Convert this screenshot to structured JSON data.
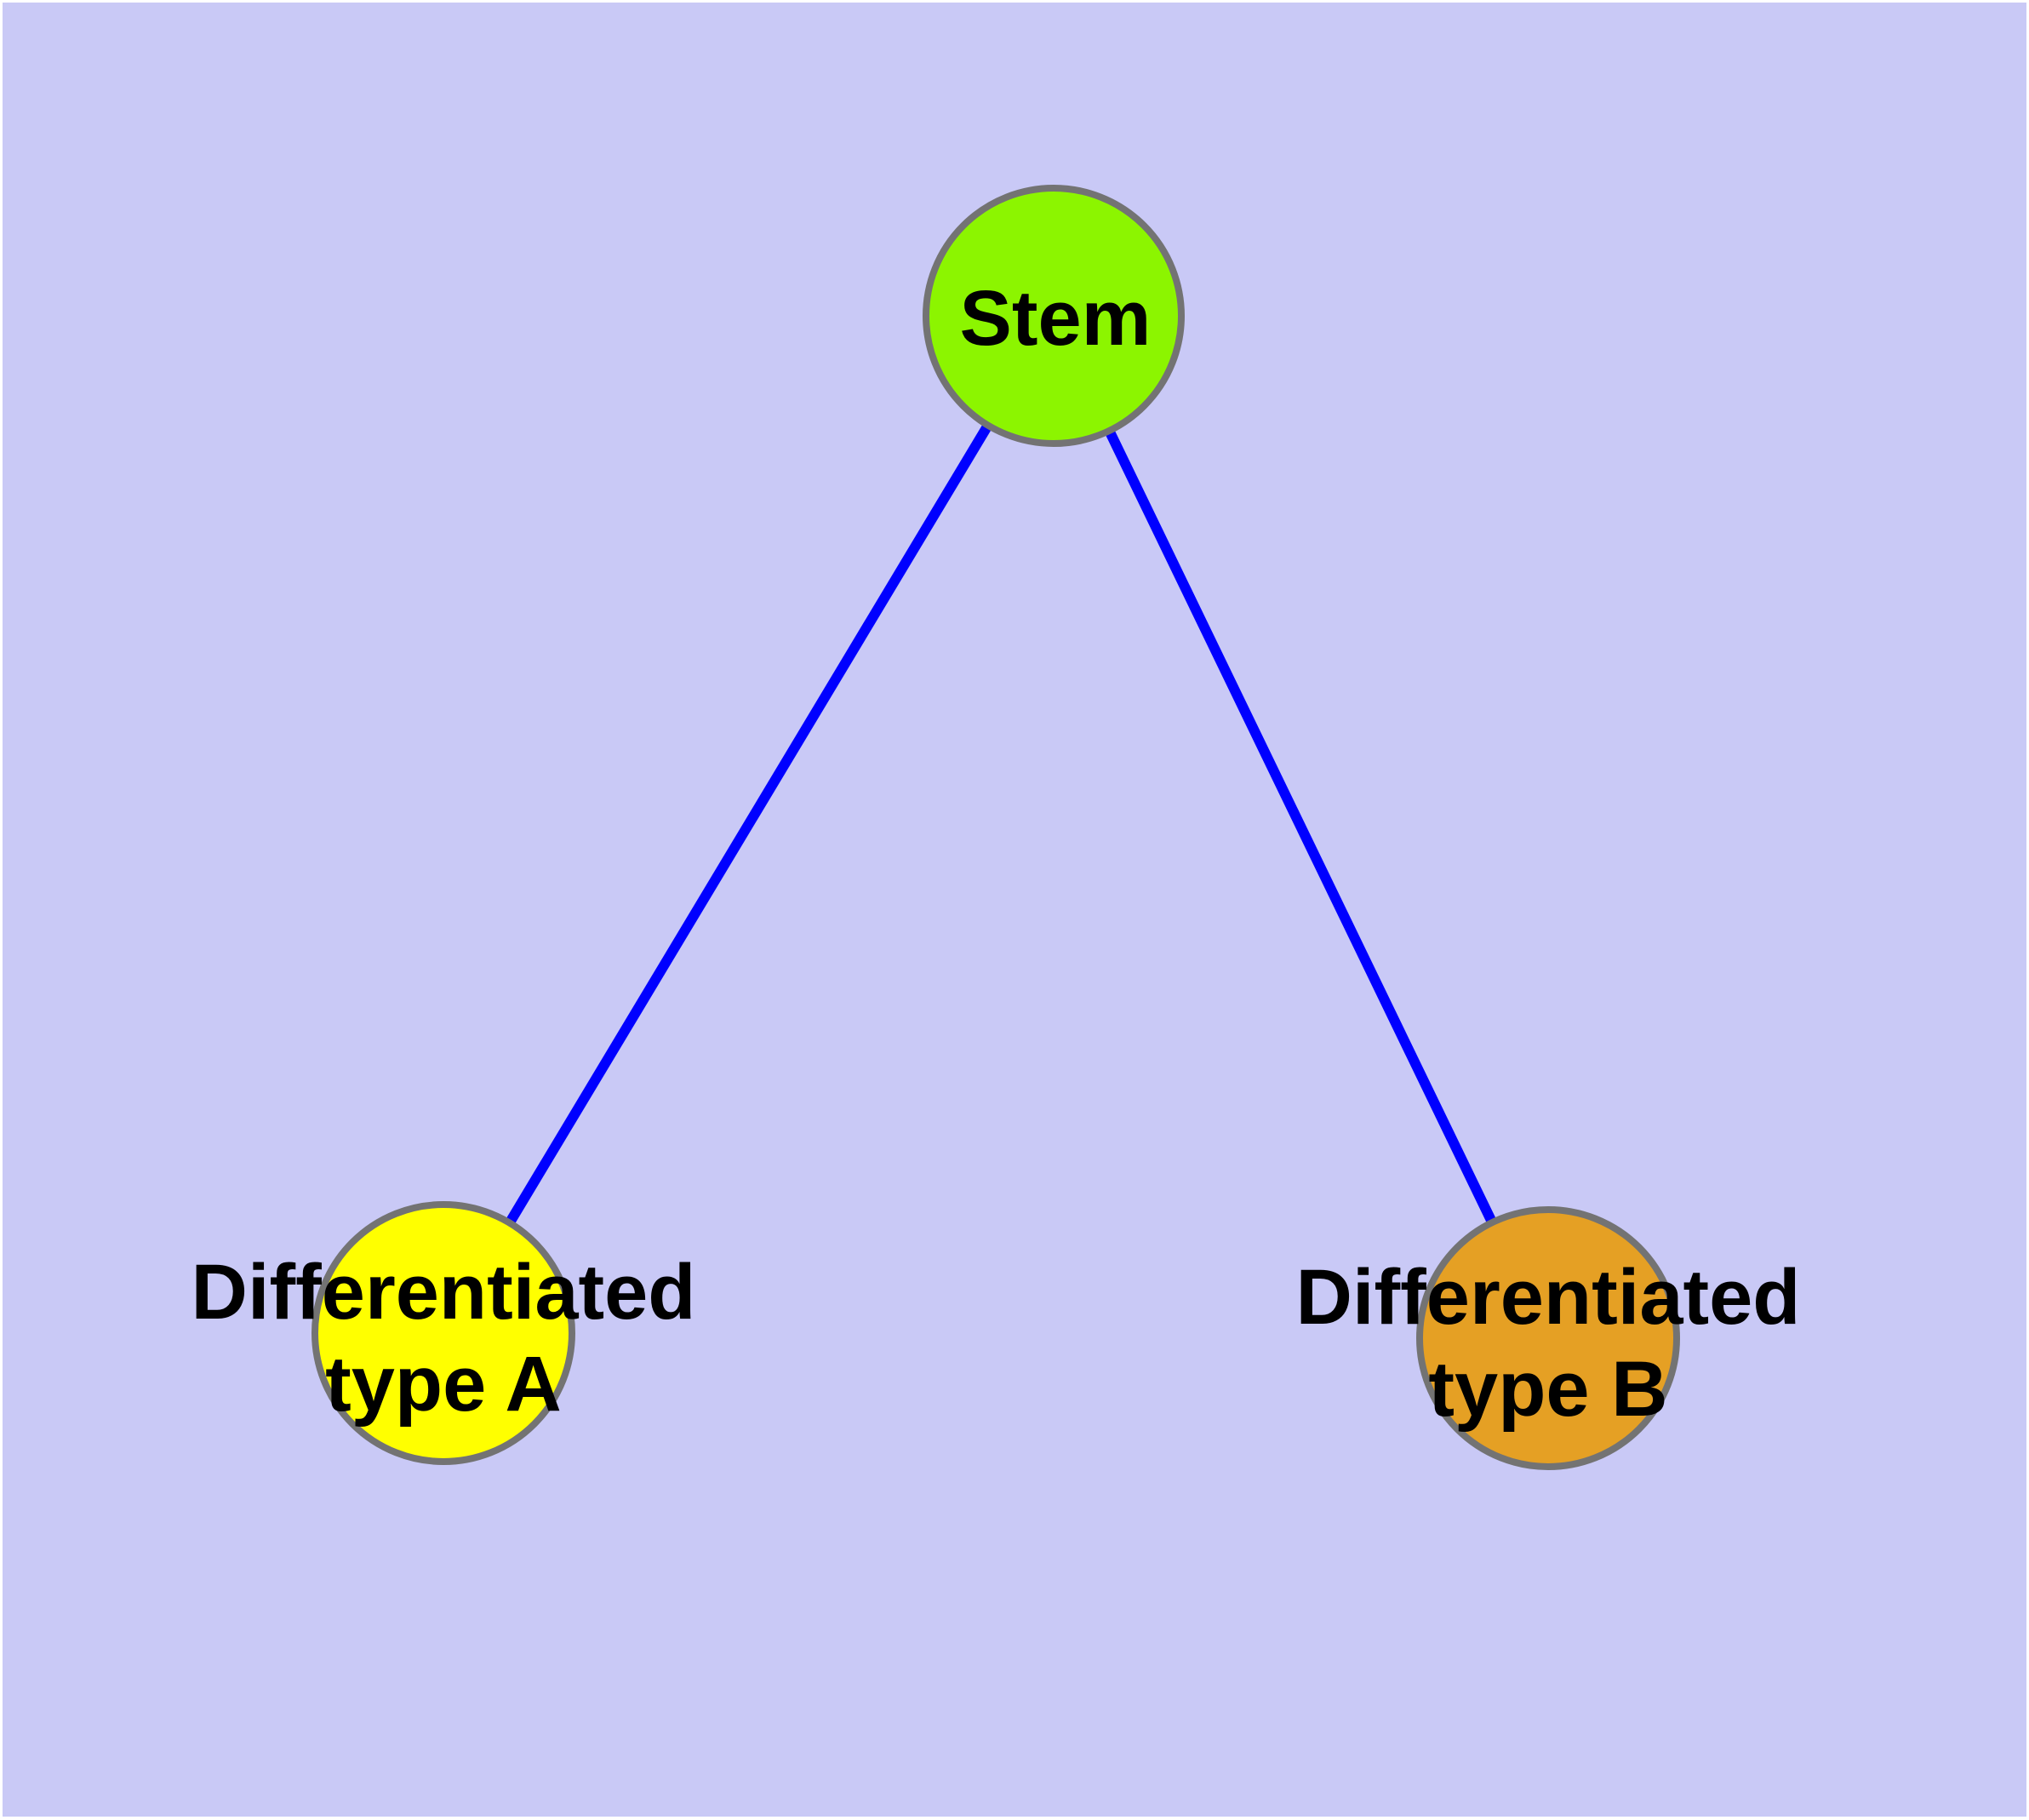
{
  "diagram": {
    "background_color": "#C9C9F6",
    "page_margin_color": "#FFFFFF",
    "edge_color": "#0000FF",
    "node_border_color": "#737373",
    "text_color": "#000000",
    "nodes": {
      "stem": {
        "label": "Stem",
        "fill": "#8CF500"
      },
      "type_a": {
        "label_line1": "Differentiated",
        "label_line2": "type A",
        "fill": "#FFFF00"
      },
      "type_b": {
        "label_line1": "Differentiated",
        "label_line2": "type B",
        "fill": "#E5A024"
      }
    },
    "edges": [
      {
        "from": "Stem",
        "to": "Differentiated type A"
      },
      {
        "from": "Stem",
        "to": "Differentiated type B"
      }
    ]
  }
}
